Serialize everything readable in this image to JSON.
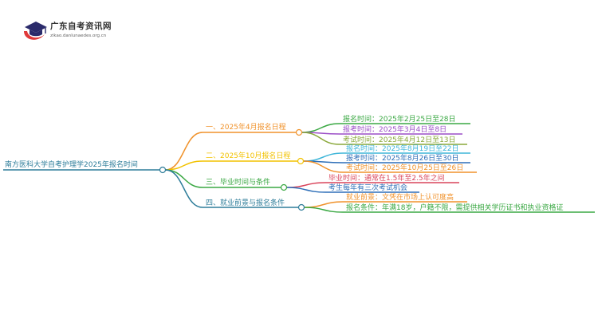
{
  "brand": {
    "title": "广东自考资讯网",
    "url": "zikao.danlunaedes.org.cn",
    "colors": {
      "cap": "#2b2b6b",
      "swoosh": "#e03a3a"
    }
  },
  "mindmap": {
    "root": {
      "label": "南方医科大学自考护理学2025年报名时间",
      "color": "#2e7d9a"
    },
    "branches": [
      {
        "label": "一、2025年4月报名日程",
        "color": "#f0922b",
        "leaves": [
          {
            "label": "报名时间：2025年2月25日至28日",
            "color": "#3aa843"
          },
          {
            "label": "报考时间：2025年3月4日至8日",
            "color": "#9c4fc7"
          },
          {
            "label": "考试时间：2025年4月12日至13日",
            "color": "#8aa83a"
          }
        ]
      },
      {
        "label": "二、2025年10月报名日程",
        "color": "#f2c200",
        "leaves": [
          {
            "label": "报名时间：2025年8月19日至22日",
            "color": "#3fb6d9"
          },
          {
            "label": "报考时间：2025年8月26日至30日",
            "color": "#2e6fb8"
          },
          {
            "label": "考试时间：2025年10月25日至26日",
            "color": "#f0922b"
          }
        ]
      },
      {
        "label": "三、毕业时间与条件",
        "color": "#3aa843",
        "leaves": [
          {
            "label": "毕业时间：通常在1.5年至2.5年之间",
            "color": "#d9435a"
          },
          {
            "label": "考生每年有三次考试机会",
            "color": "#2e6fb8"
          }
        ]
      },
      {
        "label": "四、就业前景与报名条件",
        "color": "#2e7d9a",
        "leaves": [
          {
            "label": "就业前景：文凭在市场上认可度高",
            "color": "#f0922b"
          },
          {
            "label": "报名条件：年满18岁，户籍不限，需提供相关学历证书和执业资格证",
            "color": "#3aa843"
          }
        ]
      }
    ]
  }
}
